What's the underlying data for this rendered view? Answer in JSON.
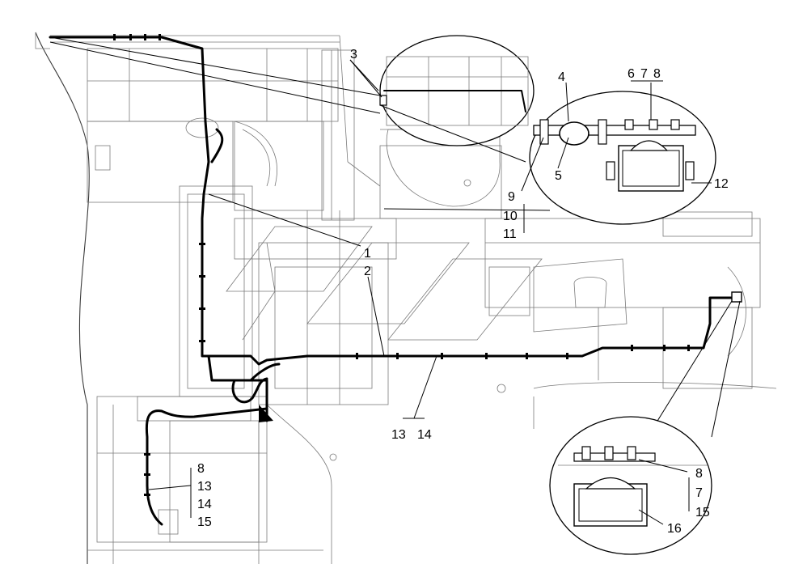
{
  "diagram": {
    "callouts": {
      "c1": "1",
      "c2": "2",
      "c3": "3",
      "c4": "4",
      "c5": "5",
      "c6": "6",
      "c7": "7",
      "c8": "8",
      "c9": "9",
      "c10": "10",
      "c11": "11",
      "c12": "12",
      "c13": "13",
      "c14": "14",
      "c15": "15",
      "c16": "16",
      "c8b": "8",
      "c13b": "13",
      "c14b": "14",
      "c15b": "15",
      "c8c": "8",
      "c7c": "7",
      "c15c": "15"
    }
  }
}
